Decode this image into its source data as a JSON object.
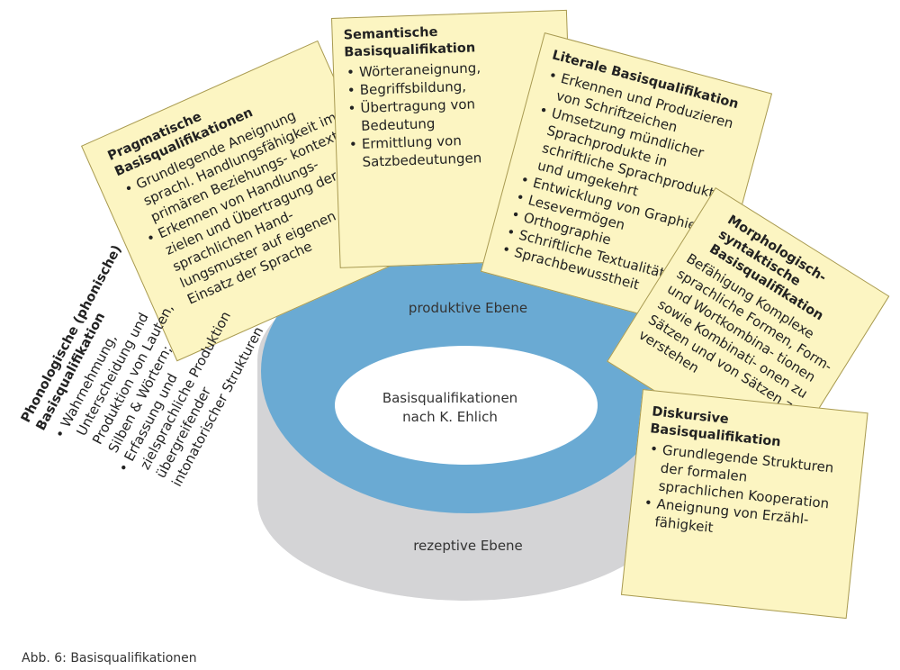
{
  "caption": "Abb. 6: Basisqualifikationen",
  "center": {
    "line1": "Basisqualifikationen",
    "line2": "nach K. Ehlich"
  },
  "levels": {
    "productive": "produktive Ebene",
    "receptive": "rezeptive Ebene"
  },
  "colors": {
    "card_fill": "#fcf5c2",
    "card_border": "#a89a52",
    "ring_blue": "#6aaad3",
    "base_gray": "#d4d4d6",
    "center_white": "#ffffff"
  },
  "cards": {
    "pragmatic": {
      "title1": "Pragmatische",
      "title2": "Basisqualifikationen",
      "items": [
        "Grundlegende Aneignung sprachl. Handlungsfähigkeit im primären Beziehungs- kontext",
        "Erkennen von Handlungs- zielen und Übertragung der sprachlichen Hand- lungsmuster auf eigenen Einsatz der Sprache"
      ]
    },
    "semantic": {
      "title1": "Semantische",
      "title2": "Basisqualifikation",
      "items": [
        "Wörteraneignung,",
        "Begriffsbildung,",
        "Übertragung von Bedeutung",
        "Ermittlung von Satzbedeutungen"
      ]
    },
    "literal": {
      "title": "Literale Basisqualifikation",
      "items": [
        "Erkennen und Produzieren von Schriftzeichen",
        "Umsetzung mündlicher Sprachprodukte in schriftliche Sprachprodukte und umgekehrt",
        "Entwicklung von Graphie",
        "Lesevermögen",
        "Orthographie",
        "Schriftliche Textualität",
        "Sprachbewusstheit"
      ]
    },
    "morphological": {
      "title1": "Morphologisch-",
      "title2": "syntaktische",
      "title3": "Basisqualifikation",
      "text": "Befähigung Komplexe sprachliche Formen, Form- und Wortkombina- tionen sowie Kombinati- onen zu Sätzen und von Sätzen zu verstehen"
    },
    "discursive": {
      "title": "Diskursive Basisqualifikation",
      "items": [
        "Grundlegende Strukturen der formalen sprachlichen Kooperation",
        "Aneignung von Erzähl- fähigkeit"
      ]
    },
    "phonological": {
      "title1": "Phonologische (phonische)",
      "title2": "Basisqualifikation",
      "items": [
        "Wahrnehmung, Unterscheidung und Produktion von Lauten, Silben & Wörtern;",
        "Erfassung und zielsprachliche Produktion übergreifender intonatorischer Strukturen"
      ]
    }
  }
}
